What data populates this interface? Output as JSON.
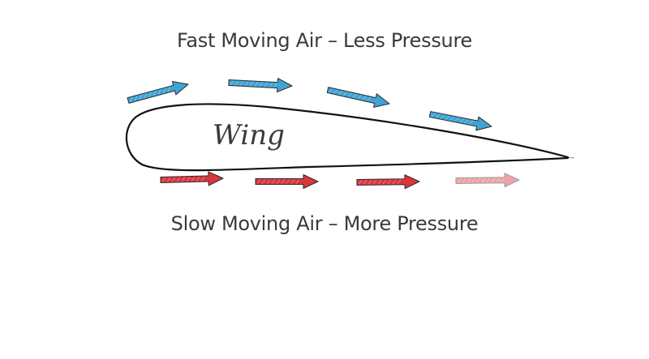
{
  "captions": {
    "top": "Fast Moving Air – Less Pressure",
    "bottom": "Slow Moving Air – More Pressure"
  },
  "wing": {
    "label": "Wing"
  },
  "colors": {
    "background": "#ffffff",
    "text": "#3a3a3a",
    "outline": "#111111",
    "fast_air": "#3fa3d4",
    "slow_air": "#d9363e"
  },
  "arrows": {
    "fast": [
      {
        "opacity": 1
      },
      {
        "opacity": 1
      },
      {
        "opacity": 1
      },
      {
        "opacity": 1
      }
    ],
    "slow": [
      {
        "opacity": 1
      },
      {
        "opacity": 1
      },
      {
        "opacity": 1
      },
      {
        "opacity": 0.45
      }
    ]
  }
}
